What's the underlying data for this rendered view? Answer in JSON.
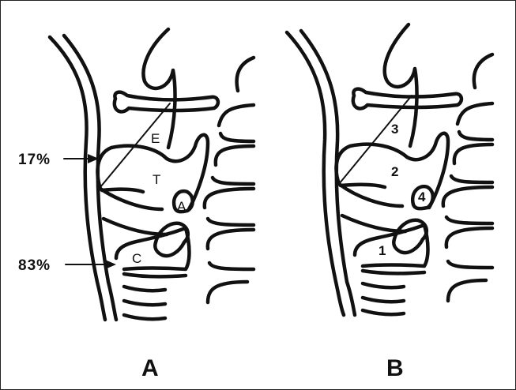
{
  "panels": {
    "A": {
      "title": "A",
      "labels": {
        "E": "E",
        "T": "T",
        "A": "A",
        "C": "C"
      },
      "percent_upper": "17%",
      "percent_lower": "83%"
    },
    "B": {
      "title": "B",
      "labels": {
        "one": "1",
        "two": "2",
        "three": "3",
        "four": "4"
      }
    }
  }
}
